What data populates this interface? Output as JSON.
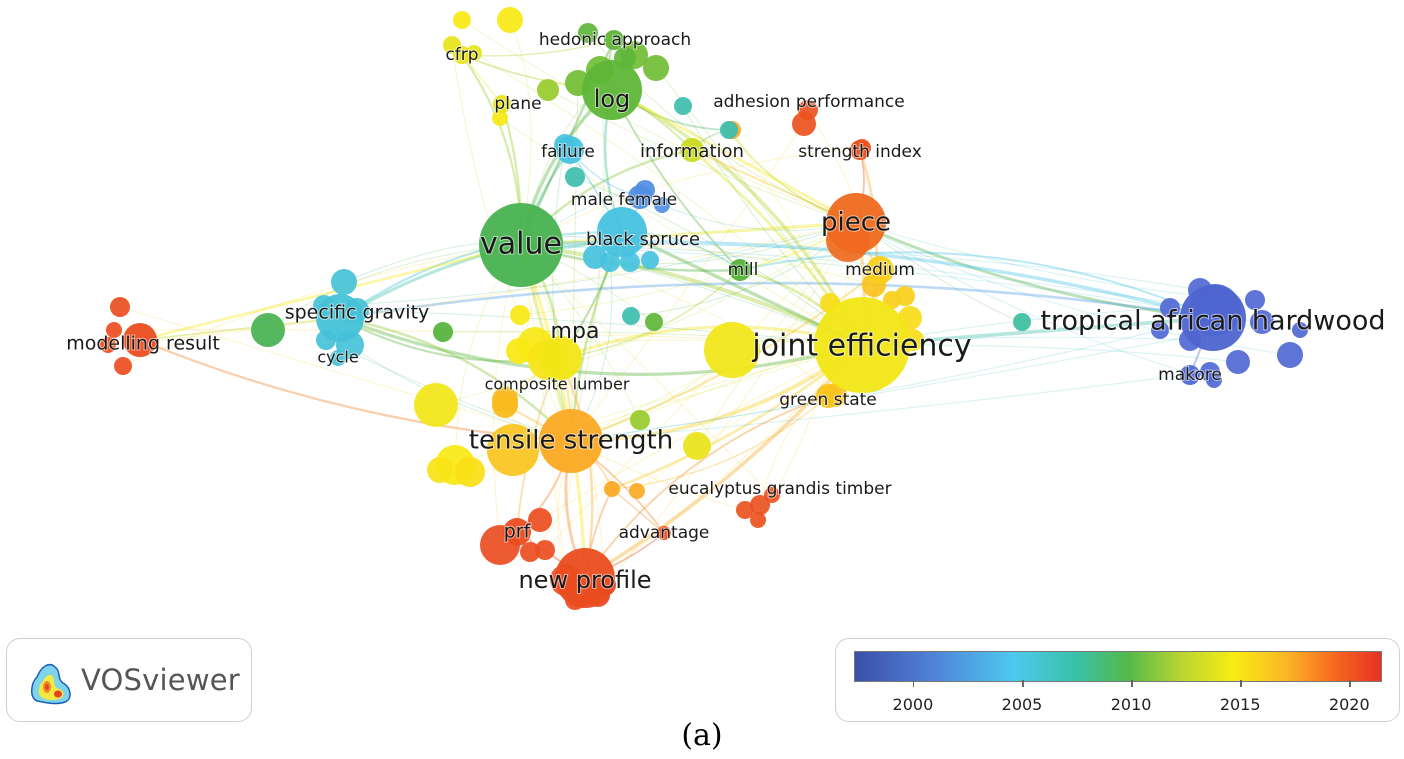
{
  "colors": {
    "2000": "#3e4cb0",
    "2005": "#48bfe8",
    "2010": "#4aad3a",
    "2015": "#f6e715",
    "2020": "#e5311f"
  },
  "nodes": [
    {
      "id": "value",
      "label": "value",
      "year": 2009.6
    },
    {
      "id": "joint-efficiency",
      "label": "joint efficiency",
      "year": 2014.8
    },
    {
      "id": "tropical-african-hardwood",
      "label": "tropical african hardwood",
      "year": 2000.3
    },
    {
      "id": "tensile-strength",
      "label": "tensile strength",
      "year": 2017.5
    },
    {
      "id": "new-profile",
      "label": "new profile",
      "year": 2020.3
    },
    {
      "id": "piece",
      "label": "piece",
      "year": 2019.5
    },
    {
      "id": "log",
      "label": "log",
      "year": 2010.5
    },
    {
      "id": "mpa",
      "label": "mpa",
      "year": 2014.8
    },
    {
      "id": "black-spruce",
      "label": "black spruce",
      "year": 2005.5
    },
    {
      "id": "specific-gravity",
      "label": "specific gravity",
      "year": 2005.8
    },
    {
      "id": "modelling-result",
      "label": "modelling result",
      "year": 2020.3
    },
    {
      "id": "composite-lumber",
      "label": "composite lumber",
      "year": 2016.8
    },
    {
      "id": "green-state",
      "label": "green state",
      "year": 2016.5
    },
    {
      "id": "medium",
      "label": "medium",
      "year": 2016.0
    },
    {
      "id": "mill",
      "label": "mill",
      "year": 2010.2
    },
    {
      "id": "male-female",
      "label": "male female",
      "year": 2002.5
    },
    {
      "id": "failure",
      "label": "failure",
      "year": 2005.5
    },
    {
      "id": "information",
      "label": "information",
      "year": 2013.5
    },
    {
      "id": "strength-index",
      "label": "strength index",
      "year": 2020.2
    },
    {
      "id": "adhesion-performance",
      "label": "adhesion performance",
      "year": 2007.5
    },
    {
      "id": "plane",
      "label": "plane",
      "year": 2014.5
    },
    {
      "id": "hedonic-approach",
      "label": "hedonic approach",
      "year": 2010.5
    },
    {
      "id": "cfrp",
      "label": "cfrp",
      "year": 2014.5
    },
    {
      "id": "cycle",
      "label": "cycle",
      "year": 2005.8
    },
    {
      "id": "prf",
      "label": "prf",
      "year": 2020.3
    },
    {
      "id": "advantage",
      "label": "advantage",
      "year": 2020.2
    },
    {
      "id": "eucalyptus-grandis-timber",
      "label": "eucalyptus grandis timber",
      "year": 2017.5
    },
    {
      "id": "makore",
      "label": "makore",
      "year": 2000.5
    }
  ],
  "edges": [
    [
      "value",
      "log"
    ],
    [
      "value",
      "joint-efficiency"
    ],
    [
      "value",
      "tensile-strength"
    ],
    [
      "value",
      "specific-gravity"
    ],
    [
      "value",
      "black-spruce"
    ],
    [
      "value",
      "mpa"
    ],
    [
      "value",
      "failure"
    ],
    [
      "value",
      "hedonic-approach"
    ],
    [
      "value",
      "plane"
    ],
    [
      "value",
      "cfrp"
    ],
    [
      "value",
      "information"
    ],
    [
      "value",
      "new-profile"
    ],
    [
      "value",
      "piece"
    ],
    [
      "value",
      "mill"
    ],
    [
      "log",
      "adhesion-performance"
    ],
    [
      "log",
      "joint-efficiency"
    ],
    [
      "log",
      "information"
    ],
    [
      "log",
      "piece"
    ],
    [
      "log",
      "mill"
    ],
    [
      "log",
      "black-spruce"
    ],
    [
      "log",
      "hedonic-approach"
    ],
    [
      "log",
      "cfrp"
    ],
    [
      "joint-efficiency",
      "tropical-african-hardwood"
    ],
    [
      "joint-efficiency",
      "piece"
    ],
    [
      "joint-efficiency",
      "mpa"
    ],
    [
      "joint-efficiency",
      "tensile-strength"
    ],
    [
      "joint-efficiency",
      "new-profile"
    ],
    [
      "joint-efficiency",
      "green-state"
    ],
    [
      "joint-efficiency",
      "medium"
    ],
    [
      "joint-efficiency",
      "mill"
    ],
    [
      "joint-efficiency",
      "specific-gravity"
    ],
    [
      "joint-efficiency",
      "eucalyptus-grandis-timber"
    ],
    [
      "joint-efficiency",
      "black-spruce"
    ],
    [
      "piece",
      "tropical-african-hardwood"
    ],
    [
      "piece",
      "strength-index"
    ],
    [
      "piece",
      "adhesion-performance"
    ],
    [
      "piece",
      "mill"
    ],
    [
      "piece",
      "information"
    ],
    [
      "piece",
      "medium"
    ],
    [
      "tensile-strength",
      "new-profile"
    ],
    [
      "tensile-strength",
      "prf"
    ],
    [
      "tensile-strength",
      "advantage"
    ],
    [
      "tensile-strength",
      "composite-lumber"
    ],
    [
      "tensile-strength",
      "mpa"
    ],
    [
      "tensile-strength",
      "specific-gravity"
    ],
    [
      "tensile-strength",
      "eucalyptus-grandis-timber"
    ],
    [
      "tensile-strength",
      "black-spruce"
    ],
    [
      "new-profile",
      "prf"
    ],
    [
      "new-profile",
      "advantage"
    ],
    [
      "new-profile",
      "mpa"
    ],
    [
      "new-profile",
      "green-state"
    ],
    [
      "new-profile",
      "eucalyptus-grandis-timber"
    ],
    [
      "specific-gravity",
      "modelling-result"
    ],
    [
      "specific-gravity",
      "cycle"
    ],
    [
      "specific-gravity",
      "mpa"
    ],
    [
      "specific-gravity",
      "black-spruce"
    ],
    [
      "specific-gravity",
      "tropical-african-hardwood"
    ],
    [
      "modelling-result",
      "value"
    ],
    [
      "modelling-result",
      "tensile-strength"
    ],
    [
      "black-spruce",
      "male-female"
    ],
    [
      "black-spruce",
      "mill"
    ],
    [
      "black-spruce",
      "mpa"
    ],
    [
      "black-spruce",
      "failure"
    ],
    [
      "mpa",
      "composite-lumber"
    ],
    [
      "mpa",
      "mill"
    ],
    [
      "information",
      "adhesion-performance"
    ],
    [
      "information",
      "joint-efficiency"
    ],
    [
      "tropical-african-hardwood",
      "makore"
    ],
    [
      "tropical-african-hardwood",
      "value"
    ],
    [
      "tropical-african-hardwood",
      "mill"
    ],
    [
      "green-state",
      "eucalyptus-grandis-timber"
    ],
    [
      "medium",
      "tensile-strength"
    ],
    [
      "cfrp",
      "plane"
    ],
    [
      "cfrp",
      "hedonic-approach"
    ],
    [
      "failure",
      "male-female"
    ],
    [
      "strength-index",
      "joint-efficiency"
    ],
    [
      "prf",
      "mpa"
    ],
    [
      "advantage",
      "eucalyptus-grandis-timber"
    ]
  ],
  "legend": {
    "ticks": [
      "2000",
      "2005",
      "2010",
      "2015",
      "2020"
    ]
  },
  "logo": {
    "name": "VOSviewer"
  },
  "caption": "(a)"
}
